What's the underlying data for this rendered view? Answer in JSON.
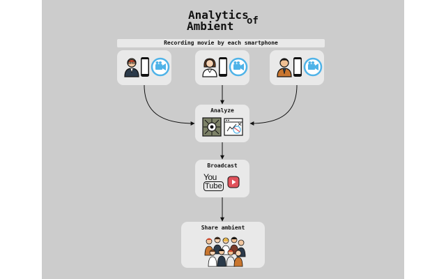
{
  "title": {
    "word1": "Analytics",
    "word2": "of",
    "word3": "Ambient"
  },
  "banner": "Recording movie by each smartphone",
  "nodes": {
    "analyze": "Analyze",
    "broadcast": "Broadcast",
    "share": "Share ambient"
  },
  "youtube": {
    "you": "You",
    "tube": "Tube"
  },
  "colors": {
    "canvas": "#cccccc",
    "box": "#e9e9e9",
    "camera_blue": "#4fb3e8",
    "youtube_red": "#e0525b",
    "analyzer_green": "#7d8268"
  },
  "icons": {
    "recorders": [
      "businessman-icon",
      "woman-icon",
      "man-icon",
      "smartphone-icon",
      "video-camera-icon"
    ],
    "analyze": [
      "circuit-board-icon",
      "analytics-window-icon"
    ],
    "broadcast": [
      "youtube-logo-icon",
      "play-button-icon"
    ],
    "share": [
      "crowd-icon"
    ]
  }
}
